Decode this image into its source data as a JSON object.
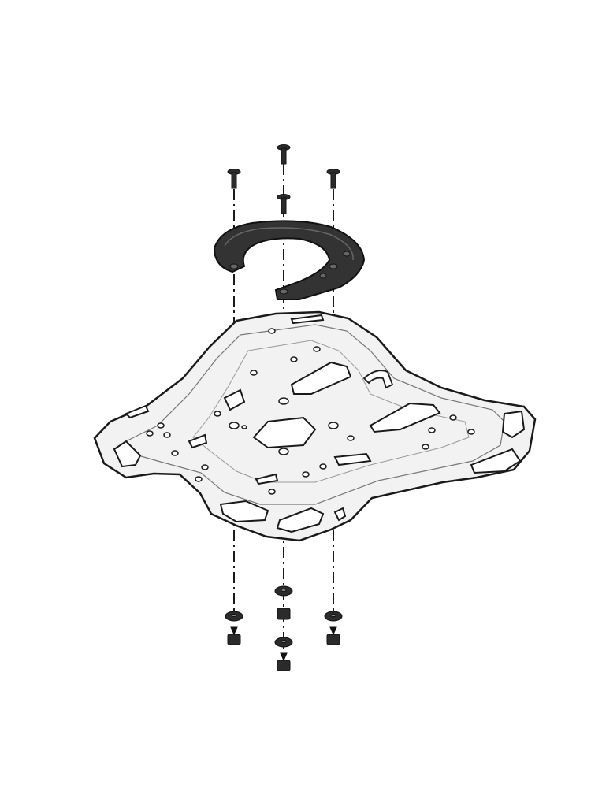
{
  "diagram": {
    "colors": {
      "background": "#ffffff",
      "plate_fill": "#f2f2f2",
      "outline": "#1a1a1a",
      "part_dark": "#2b2b2b",
      "part_mid": "#555555"
    },
    "parts": [
      "screw",
      "tank-ring",
      "rack-plate",
      "washer",
      "nut"
    ],
    "icons": [
      "brand-logo-icon"
    ]
  }
}
